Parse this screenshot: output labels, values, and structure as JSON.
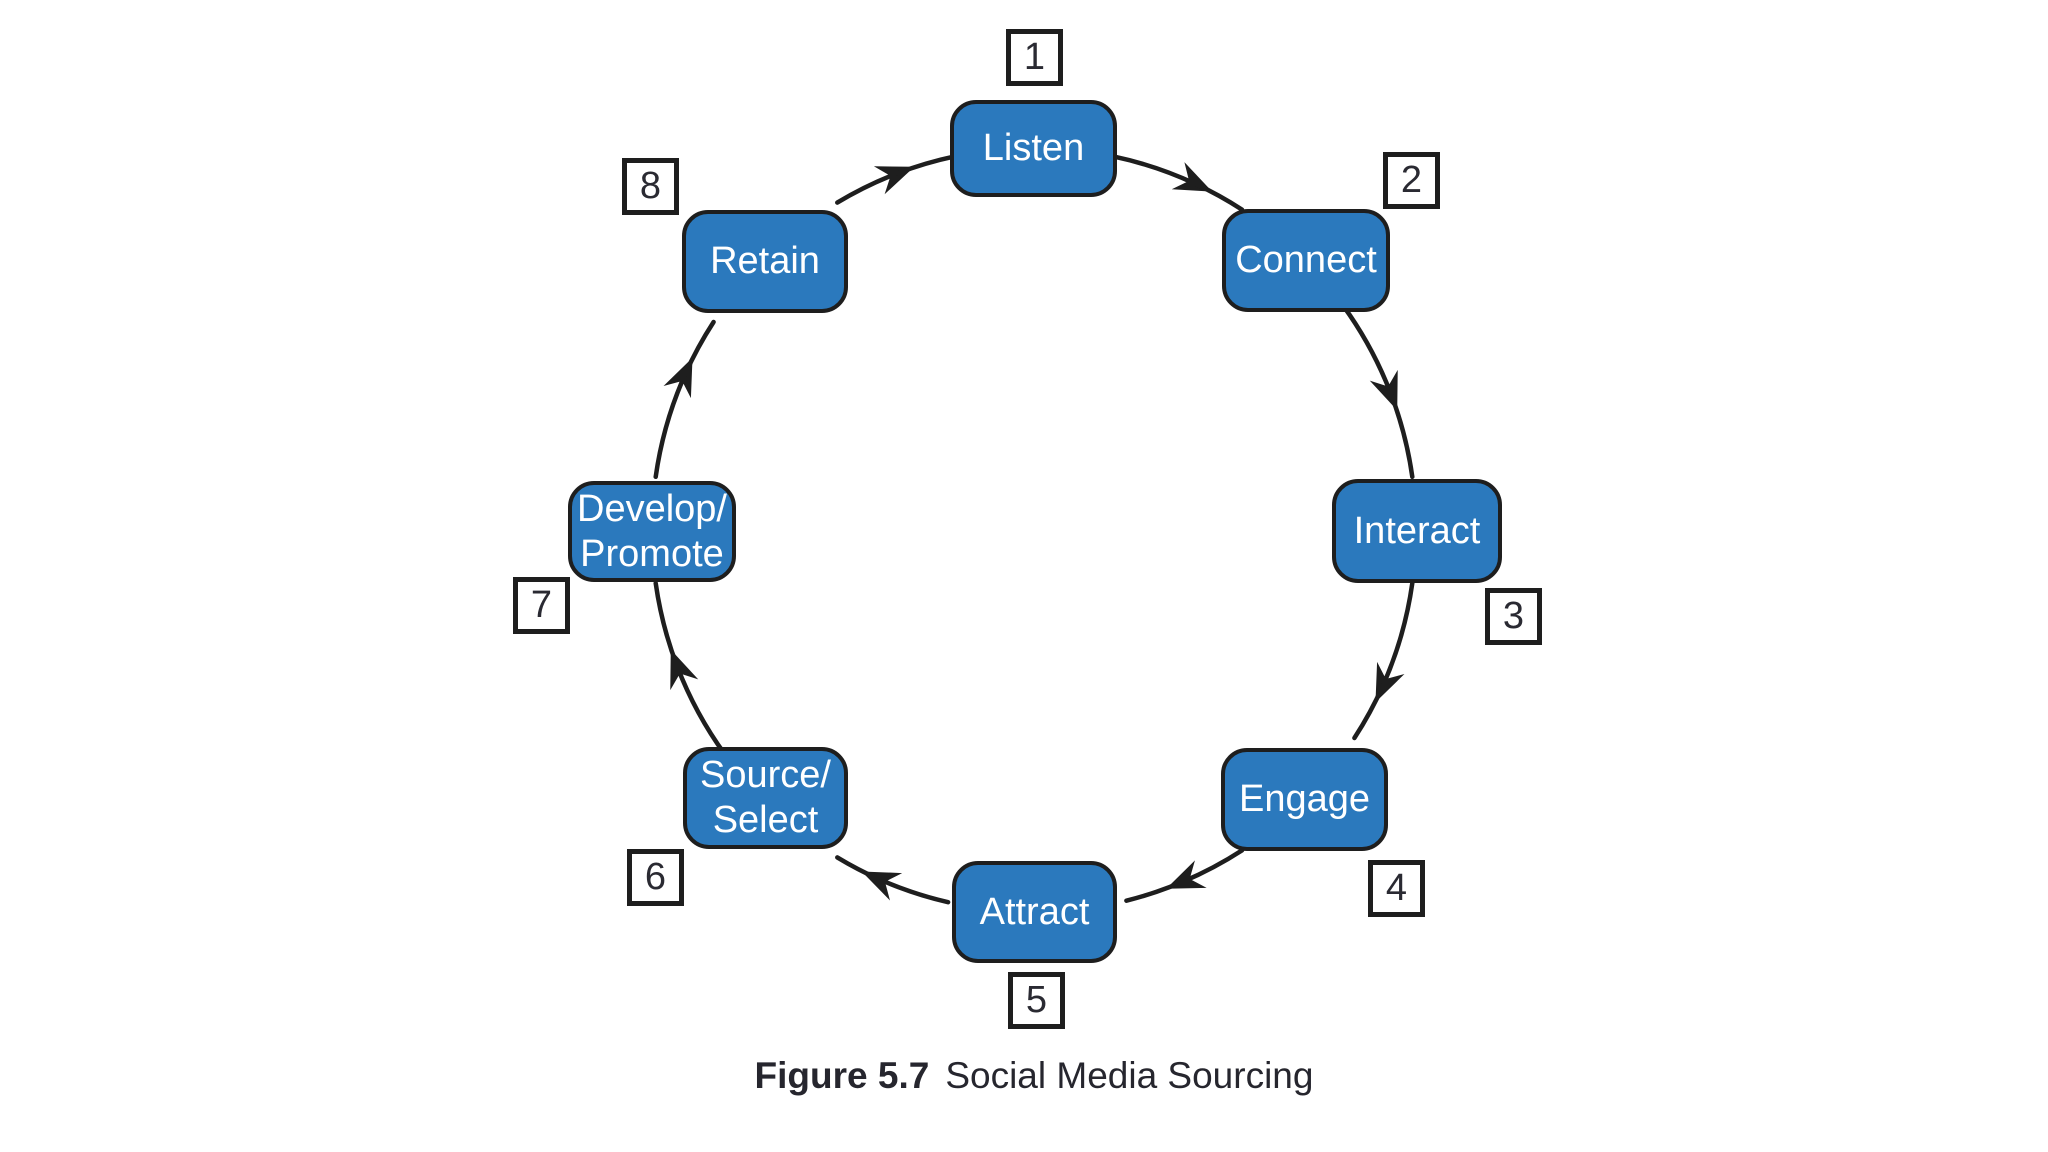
{
  "figure": {
    "caption_label": "Figure 5.7",
    "caption_title": "Social Media Sourcing"
  },
  "diagram": {
    "type": "cycle",
    "direction": "clockwise",
    "steps": [
      {
        "number": "1",
        "label": "Listen"
      },
      {
        "number": "2",
        "label": "Connect"
      },
      {
        "number": "3",
        "label": "Interact"
      },
      {
        "number": "4",
        "label": "Engage"
      },
      {
        "number": "5",
        "label": "Attract"
      },
      {
        "number": "6",
        "label": "Source/\nSelect"
      },
      {
        "number": "7",
        "label": "Develop/\nPromote"
      },
      {
        "number": "8",
        "label": "Retain"
      }
    ],
    "connections": [
      {
        "from": "Listen",
        "to": "Connect"
      },
      {
        "from": "Connect",
        "to": "Interact"
      },
      {
        "from": "Interact",
        "to": "Engage"
      },
      {
        "from": "Engage",
        "to": "Attract"
      },
      {
        "from": "Attract",
        "to": "Source/Select"
      },
      {
        "from": "Source/Select",
        "to": "Develop/Promote"
      },
      {
        "from": "Develop/Promote",
        "to": "Retain"
      },
      {
        "from": "Retain",
        "to": "Listen"
      }
    ],
    "colors": {
      "node_fill": "#2b79bd",
      "node_border": "#1e1e1e",
      "node_text": "#ffffff",
      "arrow": "#1e1e1e",
      "number_box_fill": "#ffffff",
      "number_box_border": "#1e1e1e",
      "number_text": "#2a2a32",
      "caption_text": "#26262e",
      "background": "#ffffff"
    }
  }
}
